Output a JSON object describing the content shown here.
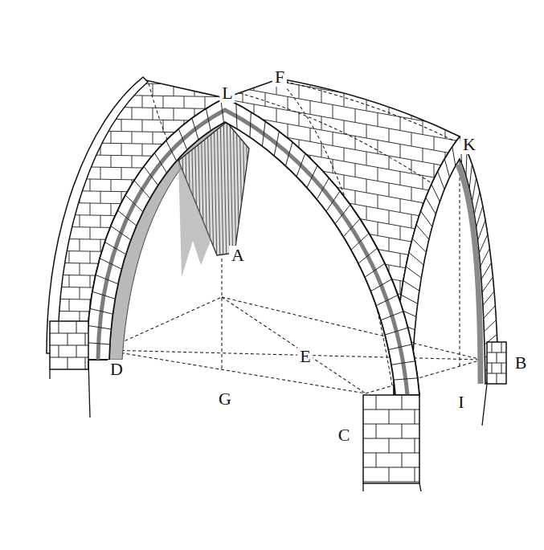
{
  "diagram": {
    "labels": [
      "L",
      "F",
      "K",
      "A",
      "E",
      "D",
      "B",
      "G",
      "I",
      "C"
    ]
  }
}
